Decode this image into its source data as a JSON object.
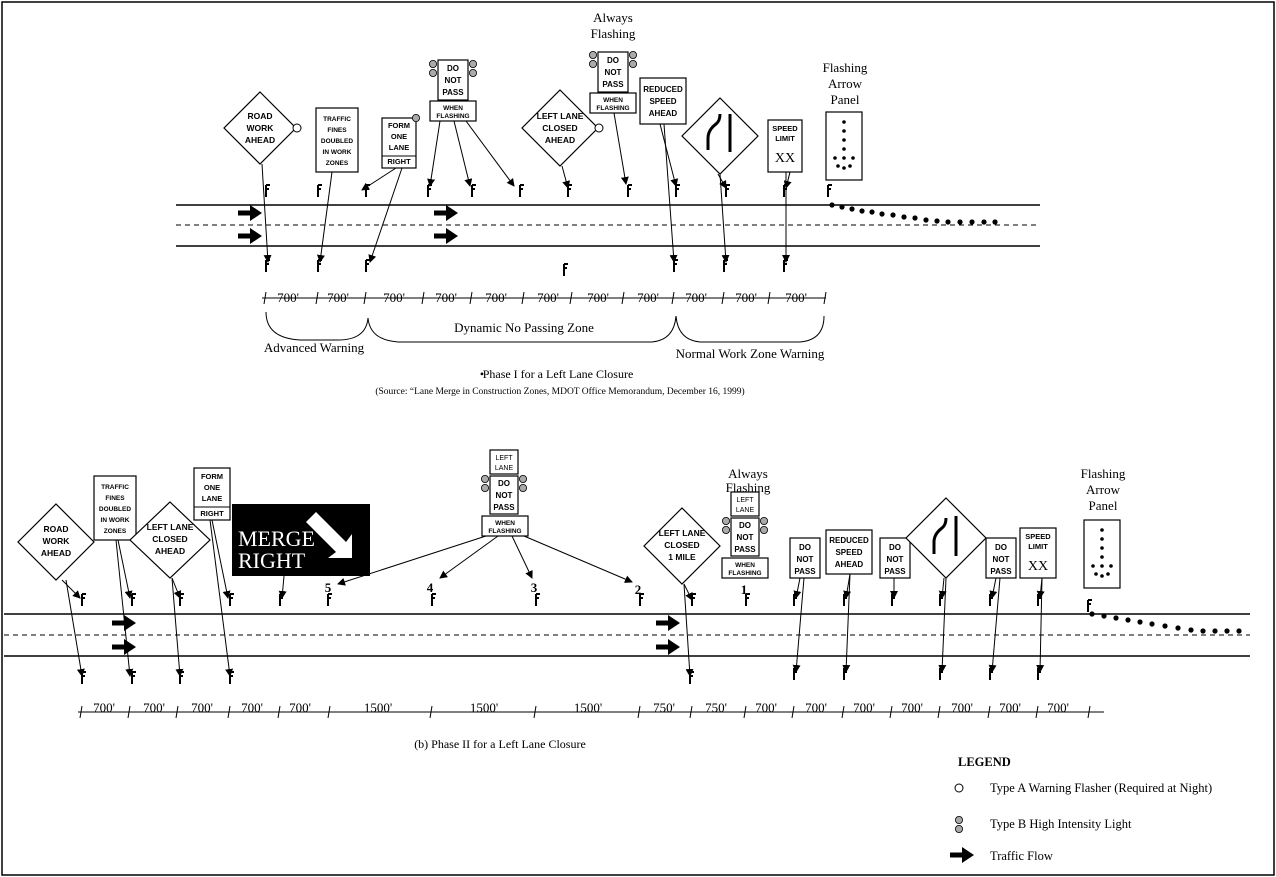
{
  "phase1": {
    "signs": {
      "road_work": [
        "ROAD",
        "WORK",
        "AHEAD"
      ],
      "fines": [
        "TRAFFIC",
        "FINES",
        "DOUBLED",
        "IN WORK",
        "ZONES"
      ],
      "form_lane": [
        "FORM",
        "ONE",
        "LANE",
        "RIGHT"
      ],
      "do_not_pass": [
        "DO",
        "NOT",
        "PASS"
      ],
      "when_flashing": [
        "WHEN",
        "FLASHING"
      ],
      "left_closed": [
        "LEFT LANE",
        "CLOSED",
        "AHEAD"
      ],
      "reduced_speed": [
        "REDUCED",
        "SPEED",
        "AHEAD"
      ],
      "speed_limit": [
        "SPEED",
        "LIMIT"
      ],
      "speed_value": "XX"
    },
    "always_flashing": [
      "Always",
      "Flashing"
    ],
    "arrow_panel": [
      "Flashing",
      "Arrow",
      "Panel"
    ],
    "distances": [
      "700'",
      "700'",
      "700'",
      "700'",
      "700'",
      "700'",
      "700'",
      "700'",
      "700'",
      "700'",
      "700'"
    ],
    "zones": [
      "Advanced Warning",
      "Dynamic No Passing Zone",
      "Normal Work Zone Warning"
    ],
    "caption_bullet": "•",
    "caption": "Phase I for a Left Lane Closure",
    "source": "(Source: “Lane Merge in Construction Zones, MDOT Office Memorandum, December 16, 1999)"
  },
  "phase2": {
    "signs": {
      "road_work": [
        "ROAD",
        "WORK",
        "AHEAD"
      ],
      "fines": [
        "TRAFFIC",
        "FINES",
        "DOUBLED",
        "IN WORK",
        "ZONES"
      ],
      "left_closed": [
        "LEFT LANE",
        "CLOSED",
        "AHEAD"
      ],
      "form_lane": [
        "FORM",
        "ONE",
        "LANE",
        "RIGHT"
      ],
      "merge_right": [
        "MERGE",
        "RIGHT"
      ],
      "left_lane": [
        "LEFT",
        "LANE"
      ],
      "do_not_pass": [
        "DO",
        "NOT",
        "PASS"
      ],
      "when_flashing": [
        "WHEN",
        "FLASHING"
      ],
      "left_closed_mile": [
        "LEFT LANE",
        "CLOSED",
        "1 MILE"
      ],
      "reduced_speed": [
        "REDUCED",
        "SPEED",
        "AHEAD"
      ],
      "speed_limit": [
        "SPEED",
        "LIMIT"
      ],
      "speed_value": "XX"
    },
    "always_flashing": [
      "Always",
      "Flashing"
    ],
    "arrow_panel": [
      "Flashing",
      "Arrow",
      "Panel"
    ],
    "numbers": [
      "5",
      "4",
      "3",
      "2",
      "1"
    ],
    "distances": [
      "700'",
      "700'",
      "700'",
      "700'",
      "700'",
      "1500'",
      "1500'",
      "1500'",
      "750'",
      "750'",
      "700'",
      "700'",
      "700'",
      "700'",
      "700'",
      "700'",
      "700'"
    ],
    "caption": "(b) Phase II for a Left Lane Closure"
  },
  "legend": {
    "title": "LEGEND",
    "items": [
      "Type A Warning Flasher (Required at Night)",
      "Type B High Intensity Light",
      "Traffic Flow"
    ]
  }
}
